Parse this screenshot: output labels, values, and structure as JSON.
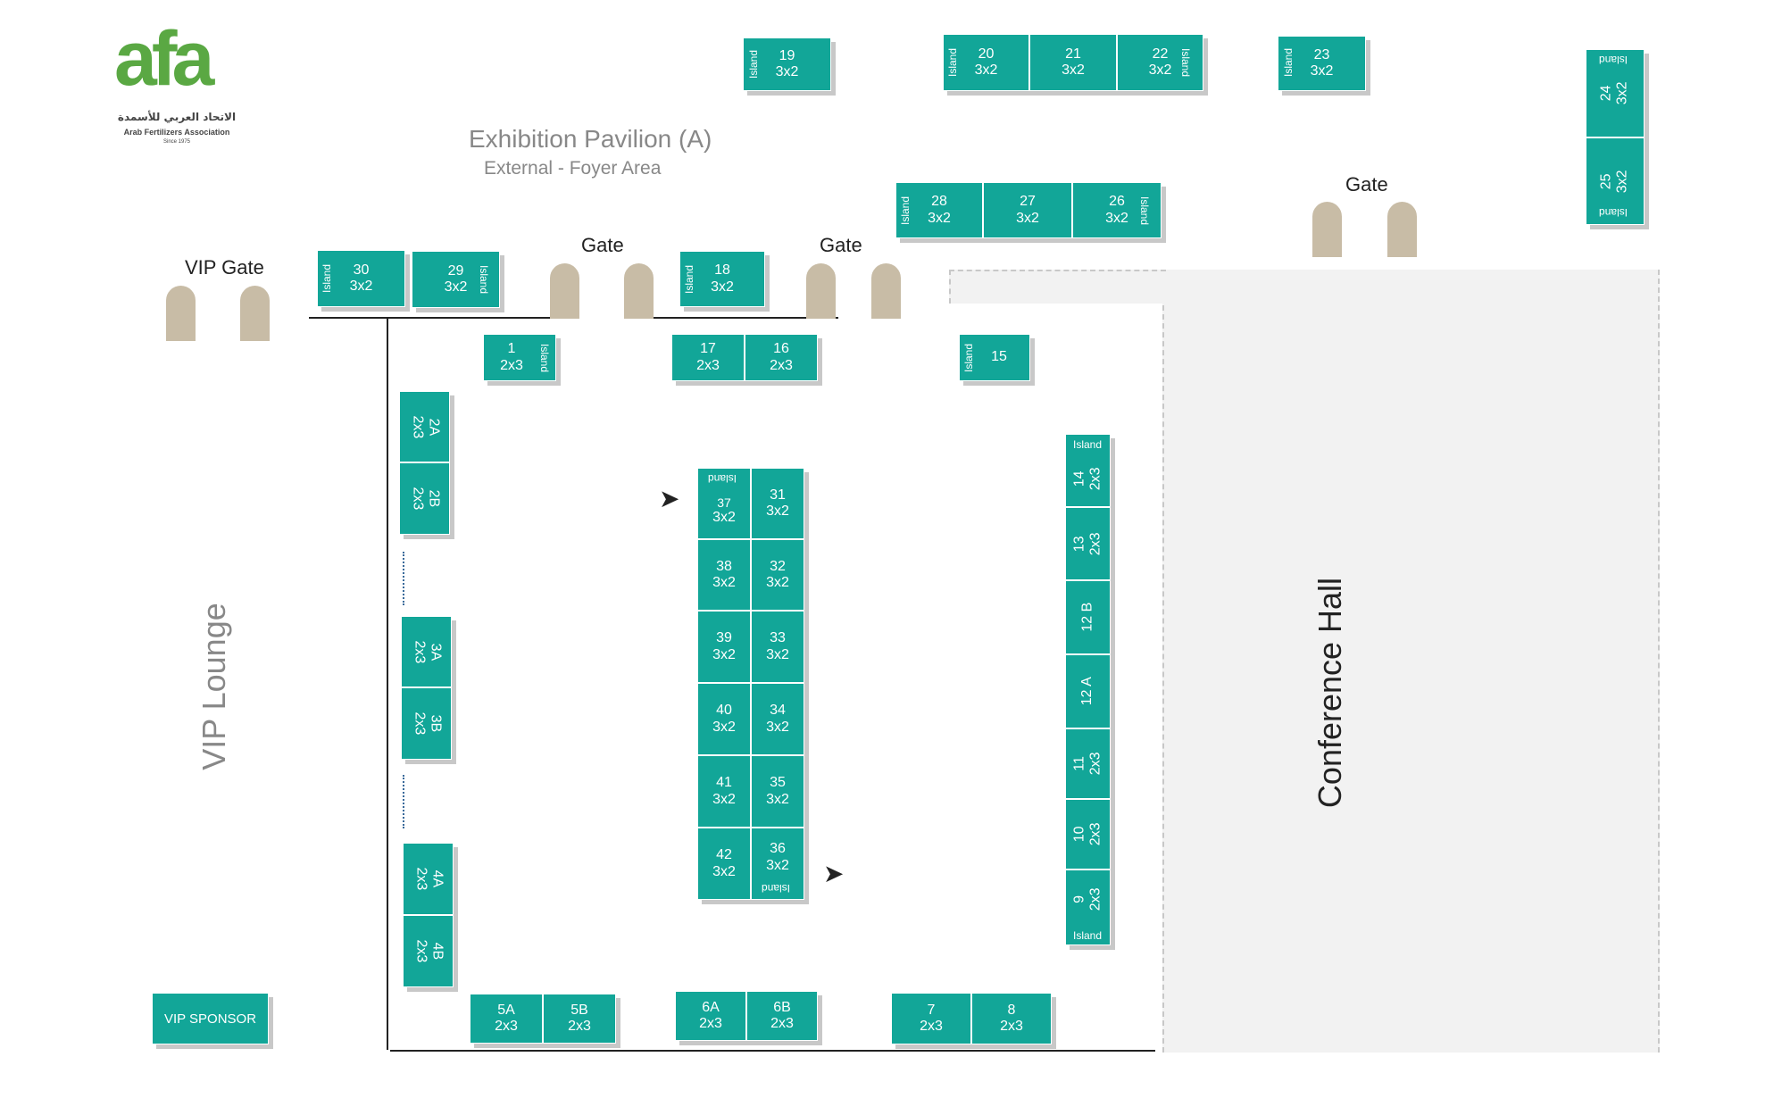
{
  "logo": {
    "mark": "afa",
    "arabic": "الاتحاد العربي للأسمدة",
    "english": "Arab Fertilizers Association",
    "since": "Since 1975"
  },
  "header": {
    "title": "Exhibition Pavilion (A)",
    "subtitle": "External - Foyer Area"
  },
  "labels": {
    "vip_gate": "VIP Gate",
    "gate": "Gate",
    "vip_lounge": "VIP Lounge",
    "conference_hall": "Conference Hall",
    "island": "Island",
    "vip_sponsor": "VIP SPONSOR"
  },
  "booths": {
    "b1": {
      "num": "1",
      "size": "2x3"
    },
    "b2a": {
      "num": "2A",
      "size": "2x3"
    },
    "b2b": {
      "num": "2B",
      "size": "2x3"
    },
    "b3a": {
      "num": "3A",
      "size": "2x3"
    },
    "b3b": {
      "num": "3B",
      "size": "2x3"
    },
    "b4a": {
      "num": "4A",
      "size": "2x3"
    },
    "b4b": {
      "num": "4B",
      "size": "2x3"
    },
    "b5a": {
      "num": "5A",
      "size": "2x3"
    },
    "b5b": {
      "num": "5B",
      "size": "2x3"
    },
    "b6a": {
      "num": "6A",
      "size": "2x3"
    },
    "b6b": {
      "num": "6B",
      "size": "2x3"
    },
    "b7": {
      "num": "7",
      "size": "2x3"
    },
    "b8": {
      "num": "8",
      "size": "2x3"
    },
    "b9": {
      "num": "9",
      "size": "2x3"
    },
    "b10": {
      "num": "10",
      "size": "2x3"
    },
    "b11": {
      "num": "11",
      "size": "2x3"
    },
    "b12a": {
      "num": "12 A"
    },
    "b12b": {
      "num": "12 B"
    },
    "b13": {
      "num": "13",
      "size": "2x3"
    },
    "b14": {
      "num": "14",
      "size": "2x3"
    },
    "b15": {
      "num": "15"
    },
    "b16": {
      "num": "16",
      "size": "2x3"
    },
    "b17": {
      "num": "17",
      "size": "2x3"
    },
    "b18": {
      "num": "18",
      "size": "3x2"
    },
    "b19": {
      "num": "19",
      "size": "3x2"
    },
    "b20": {
      "num": "20",
      "size": "3x2"
    },
    "b21": {
      "num": "21",
      "size": "3x2"
    },
    "b22": {
      "num": "22",
      "size": "3x2"
    },
    "b23": {
      "num": "23",
      "size": "3x2"
    },
    "b24": {
      "num": "24",
      "size": "3x2"
    },
    "b25": {
      "num": "25",
      "size": "3x2"
    },
    "b26": {
      "num": "26",
      "size": "3x2"
    },
    "b27": {
      "num": "27",
      "size": "3x2"
    },
    "b28": {
      "num": "28",
      "size": "3x2"
    },
    "b29": {
      "num": "29",
      "size": "3x2"
    },
    "b30": {
      "num": "30",
      "size": "3x2"
    },
    "b31": {
      "num": "31",
      "size": "3x2"
    },
    "b32": {
      "num": "32",
      "size": "3x2"
    },
    "b33": {
      "num": "33",
      "size": "3x2"
    },
    "b34": {
      "num": "34",
      "size": "3x2"
    },
    "b35": {
      "num": "35",
      "size": "3x2"
    },
    "b36": {
      "num": "36",
      "size": "3x2"
    },
    "b37": {
      "num": "37",
      "size": "3x2"
    },
    "b38": {
      "num": "38",
      "size": "3x2"
    },
    "b39": {
      "num": "39",
      "size": "3x2"
    },
    "b40": {
      "num": "40",
      "size": "3x2"
    },
    "b41": {
      "num": "41",
      "size": "3x2"
    },
    "b42": {
      "num": "42",
      "size": "3x2"
    }
  },
  "colors": {
    "booth": "#12a698",
    "gate": "#c8bca6",
    "hall": "#f2f2f2",
    "logo_green": "#5aa843"
  }
}
